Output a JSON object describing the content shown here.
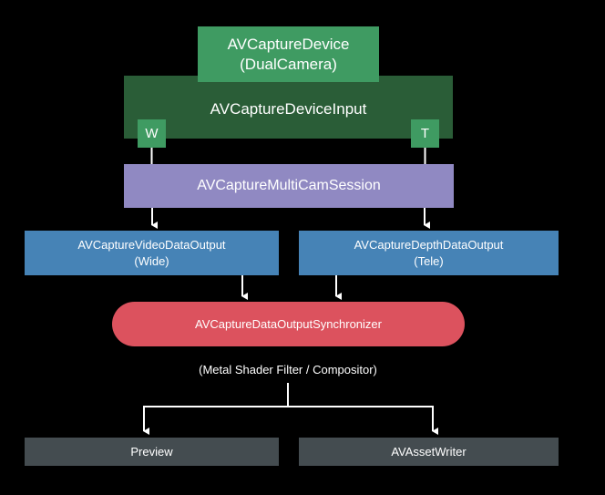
{
  "diagram": {
    "device": {
      "line1": "AVCaptureDevice",
      "line2": "(DualCamera)"
    },
    "device_input": {
      "label": "AVCaptureDeviceInput",
      "ports": {
        "wide": "W",
        "tele": "T"
      }
    },
    "session": {
      "label": "AVCaptureMultiCamSession"
    },
    "outputs": [
      {
        "line1": "AVCaptureVideoDataOutput",
        "line2": "(Wide)"
      },
      {
        "line1": "AVCaptureDepthDataOutput",
        "line2": "(Tele)"
      }
    ],
    "synchronizer": {
      "label": "AVCaptureDataOutputSynchronizer"
    },
    "processing_caption": "(Metal Shader Filter / Compositor)",
    "destinations": [
      {
        "label": "Preview"
      },
      {
        "label": "AVAssetWriter"
      }
    ],
    "colors": {
      "background": "#000000",
      "device": "#3f9b62",
      "device_input": "#2a5d37",
      "session": "#9089c2",
      "outputs": "#4683b6",
      "synchronizer": "#dc525e",
      "destinations": "#444c50",
      "connectors": "#ffffff"
    }
  }
}
